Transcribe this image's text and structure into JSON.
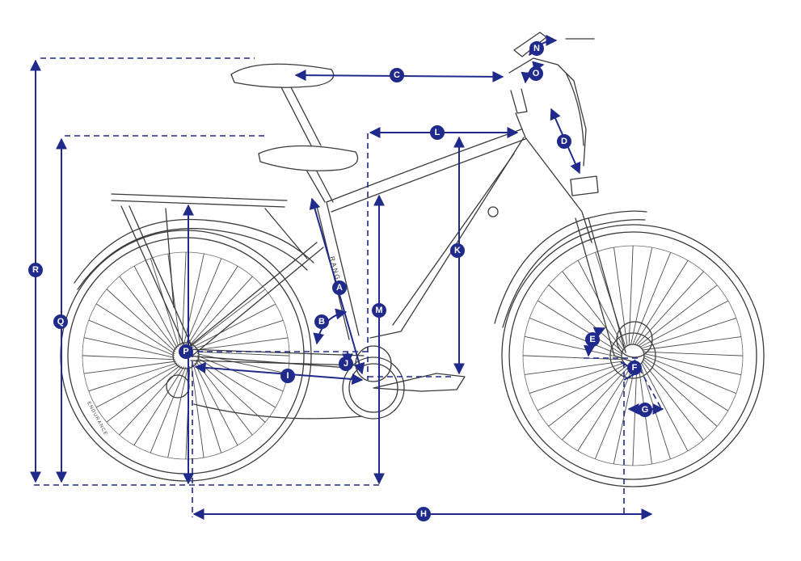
{
  "diagram": {
    "markers": [
      "A",
      "B",
      "C",
      "D",
      "E",
      "F",
      "G",
      "H",
      "I",
      "J",
      "K",
      "L",
      "M",
      "N",
      "O",
      "P",
      "Q",
      "R"
    ],
    "frame_text": "RANGER",
    "tyre_text": "ENDURANCE",
    "colors": {
      "dimension": "#1f2a8a",
      "sketch": "#3a3a3a",
      "background": "#ffffff"
    }
  }
}
